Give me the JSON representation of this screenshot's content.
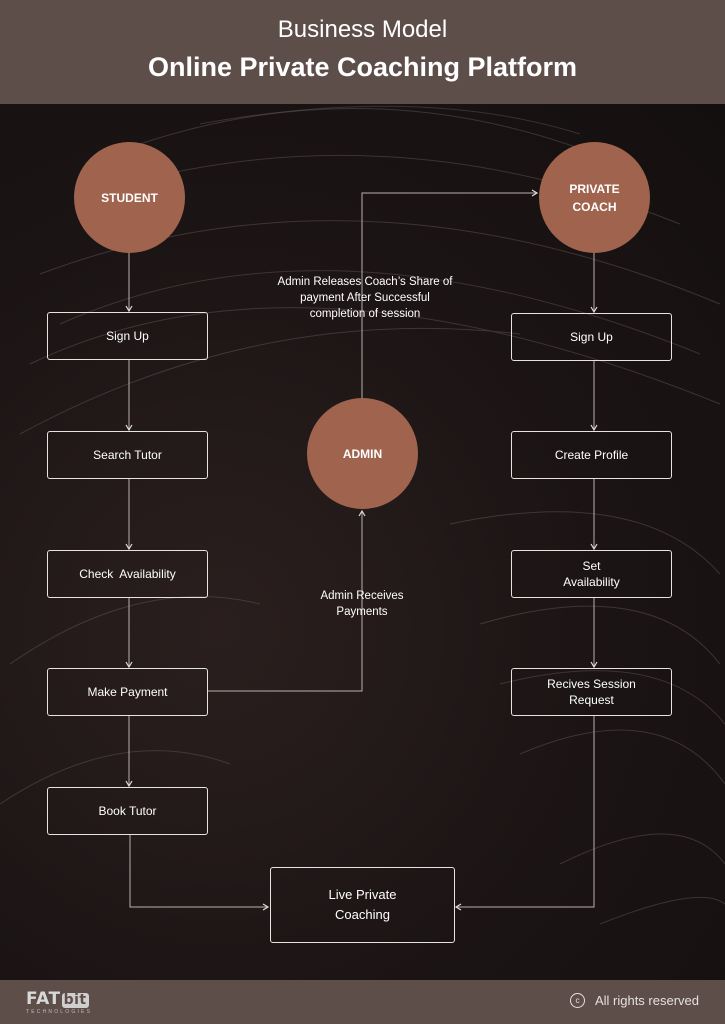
{
  "header": {
    "subtitle": "Business Model",
    "title": "Online Private Coaching Platform"
  },
  "nodes": {
    "student": "STUDENT",
    "coach_line1": "PRIVATE",
    "coach_line2": "COACH",
    "admin": "ADMIN",
    "s_signup": "Sign Up",
    "s_search": "Search Tutor",
    "s_check": "Check  Availability",
    "s_pay": "Make Payment",
    "s_book": "Book Tutor",
    "c_signup": "Sign Up",
    "c_profile": "Create Profile",
    "c_avail_line1": "Set",
    "c_avail_line2": "Availability",
    "c_req_line1": "Recives Session",
    "c_req_line2": "Request",
    "live_line1": "Live Private",
    "live_line2": "Coaching"
  },
  "notes": {
    "release_line1": "Admin Releases Coach’s Share of",
    "release_line2": "payment After Successful",
    "release_line3": "completion of session",
    "receives_line1": "Admin Receives",
    "receives_line2": "Payments"
  },
  "footer": {
    "logo_fat": "FAT",
    "logo_bit": "bit",
    "logo_sub": "TECHNOLOGIES",
    "copyright_symbol": "c",
    "rights": "All rights reserved"
  },
  "colors": {
    "header_bg": "#5e4e4a",
    "circle": "#a0634d",
    "background": "#1a1313"
  }
}
